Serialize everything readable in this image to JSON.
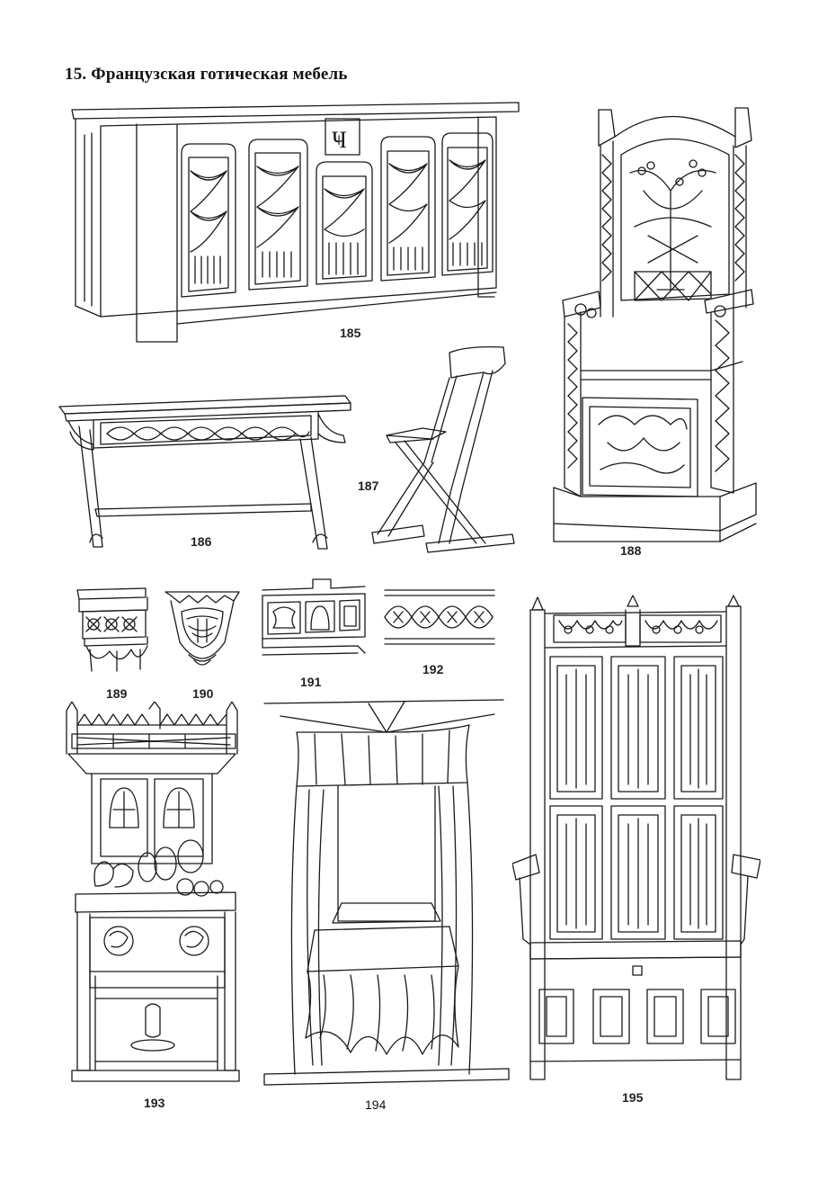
{
  "page": {
    "title": "15. Французская готическая мебель",
    "page_number": "194"
  },
  "figures": [
    {
      "label": "185"
    },
    {
      "label": "186"
    },
    {
      "label": "187"
    },
    {
      "label": "188"
    },
    {
      "label": "189"
    },
    {
      "label": "190"
    },
    {
      "label": "191"
    },
    {
      "label": "192"
    },
    {
      "label": "193"
    },
    {
      "label": "195"
    }
  ]
}
